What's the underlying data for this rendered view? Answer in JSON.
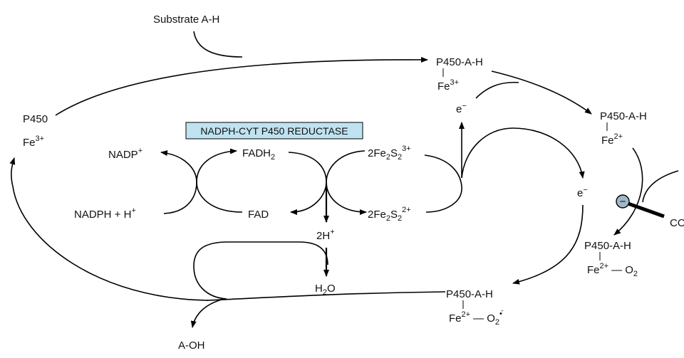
{
  "substrate": "Substrate A-H",
  "p450_left": {
    "name": "P450",
    "iron": "Fe",
    "charge": "3+"
  },
  "p450_ah_top": {
    "name": "P450-A-H",
    "iron": "Fe",
    "charge": "3+"
  },
  "p450_ah_right": {
    "name": "P450-A-H",
    "iron": "Fe",
    "charge": "2+"
  },
  "p450_o2": {
    "name": "P450-A-H",
    "iron": "Fe",
    "charge": "2+",
    "ligand": "— O",
    "ligand_sub": "2"
  },
  "p450_superoxide": {
    "name": "P450-A-H",
    "iron": "Fe",
    "charge": "2+",
    "ligand": "— O",
    "ligand_sub": "2",
    "ligand_sup": "•̄"
  },
  "electron_top": {
    "symbol": "e",
    "sup": "−"
  },
  "electron_right": {
    "symbol": "e",
    "sup": "−"
  },
  "reductase_label": "NADPH-CYT P450 REDUCTASE",
  "nadp": {
    "text": "NADP",
    "sup": "+"
  },
  "nadph": {
    "text": "NADPH + H",
    "sup": "+"
  },
  "fadh2": {
    "text": "FADH",
    "sub": "2"
  },
  "fad": "FAD",
  "fes_ox": {
    "a": "2Fe",
    "a_sub": "2",
    "b": "S",
    "b_sub": "2",
    "sup": "3+"
  },
  "fes_red": {
    "a": "2Fe",
    "a_sub": "2",
    "b": "S",
    "b_sub": "2",
    "sup": "2+"
  },
  "protons": {
    "text": "2H",
    "sup": "+"
  },
  "water": {
    "a": "H",
    "sub": "2",
    "b": "O"
  },
  "product": "A-OH",
  "co_label": "CO",
  "inhibitor_symbol": "−",
  "colors": {
    "reductase_box": "#bfe3f0",
    "inhibitor_circle": "#9fb8c8"
  }
}
